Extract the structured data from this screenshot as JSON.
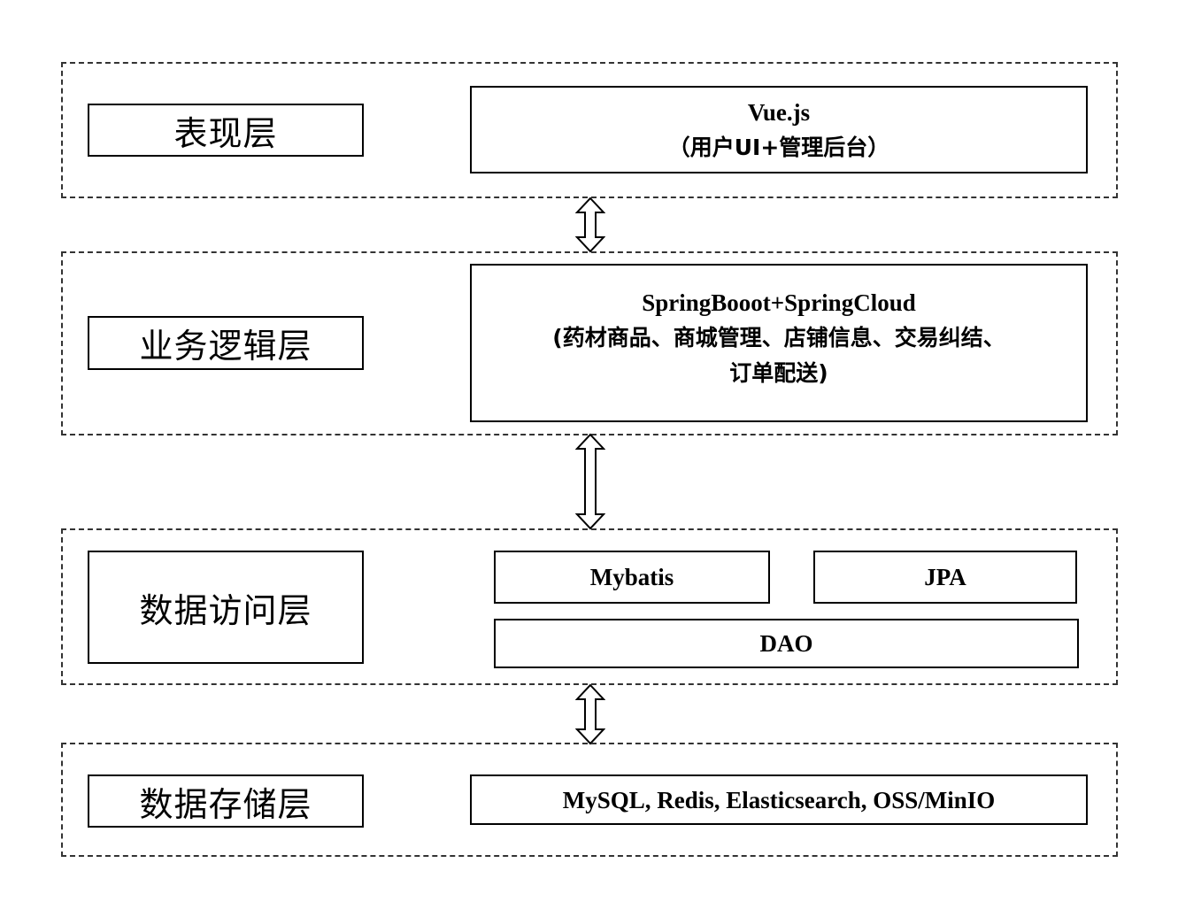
{
  "layers": {
    "presentation": {
      "label": "表现层",
      "content_line1": "Vue.js",
      "content_line2": "（用户UI+管理后台）"
    },
    "business": {
      "label": "业务逻辑层",
      "content_line1": "SpringBooot+SpringCloud",
      "content_line2": "(药材商品、商城管理、店铺信息、交易纠结、",
      "content_line3": "订单配送)"
    },
    "data_access": {
      "label": "数据访问层",
      "mybatis": "Mybatis",
      "jpa": "JPA",
      "dao": "DAO"
    },
    "storage": {
      "label": "数据存储层",
      "content": "MySQL, Redis, Elasticsearch, OSS/MinIO"
    }
  },
  "arrows": [
    "double-arrow",
    "double-arrow",
    "double-arrow"
  ],
  "colors": {
    "border": "#000000",
    "dashed_border": "#333333",
    "background": "#ffffff"
  }
}
